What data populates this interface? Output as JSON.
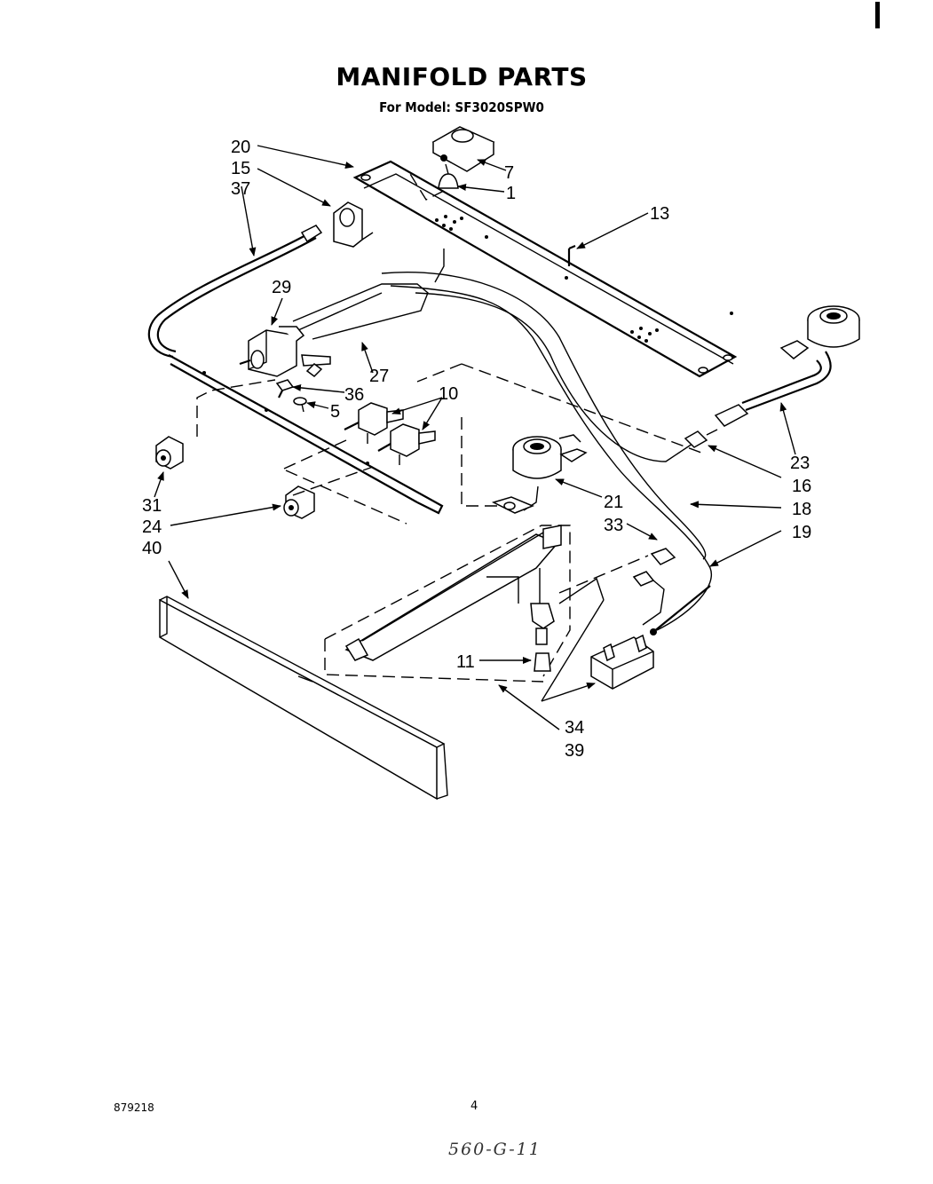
{
  "header": {
    "title": "MANIFOLD PARTS",
    "subtitle": "For Model: SF3020SPW0"
  },
  "footer": {
    "doc_number": "879218",
    "page_number": "4",
    "handwritten_note": "560-G-11"
  },
  "callouts": [
    "20",
    "15",
    "37",
    "7",
    "1",
    "13",
    "29",
    "27",
    "36",
    "5",
    "10",
    "31",
    "24",
    "40",
    "21",
    "23",
    "16",
    "18",
    "33",
    "19",
    "11",
    "34",
    "39"
  ]
}
